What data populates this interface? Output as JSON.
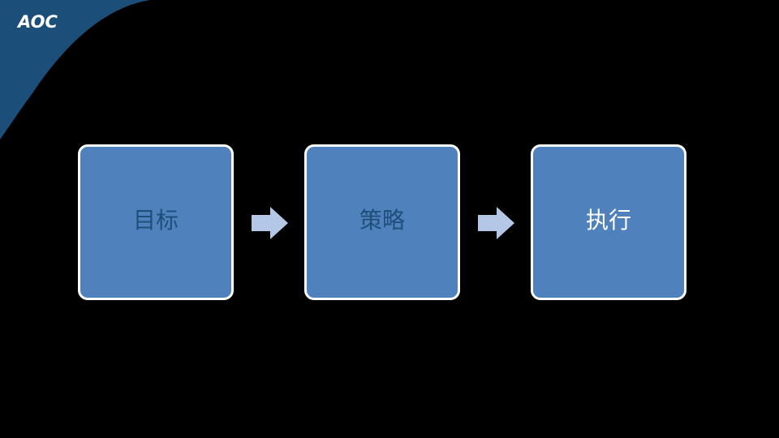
{
  "logo": {
    "text": "AOC"
  },
  "colors": {
    "background": "#000000",
    "corner_band": "#1b4f7a",
    "box_fill": "#4f81bd",
    "box_border": "#ffffff",
    "arrow_fill": "#b4c7e7",
    "dim_label": "#1f4e79",
    "active_label": "#ffffff"
  },
  "flow": {
    "steps": [
      {
        "label": "目标"
      },
      {
        "label": "策略"
      },
      {
        "label": "执行"
      }
    ]
  }
}
